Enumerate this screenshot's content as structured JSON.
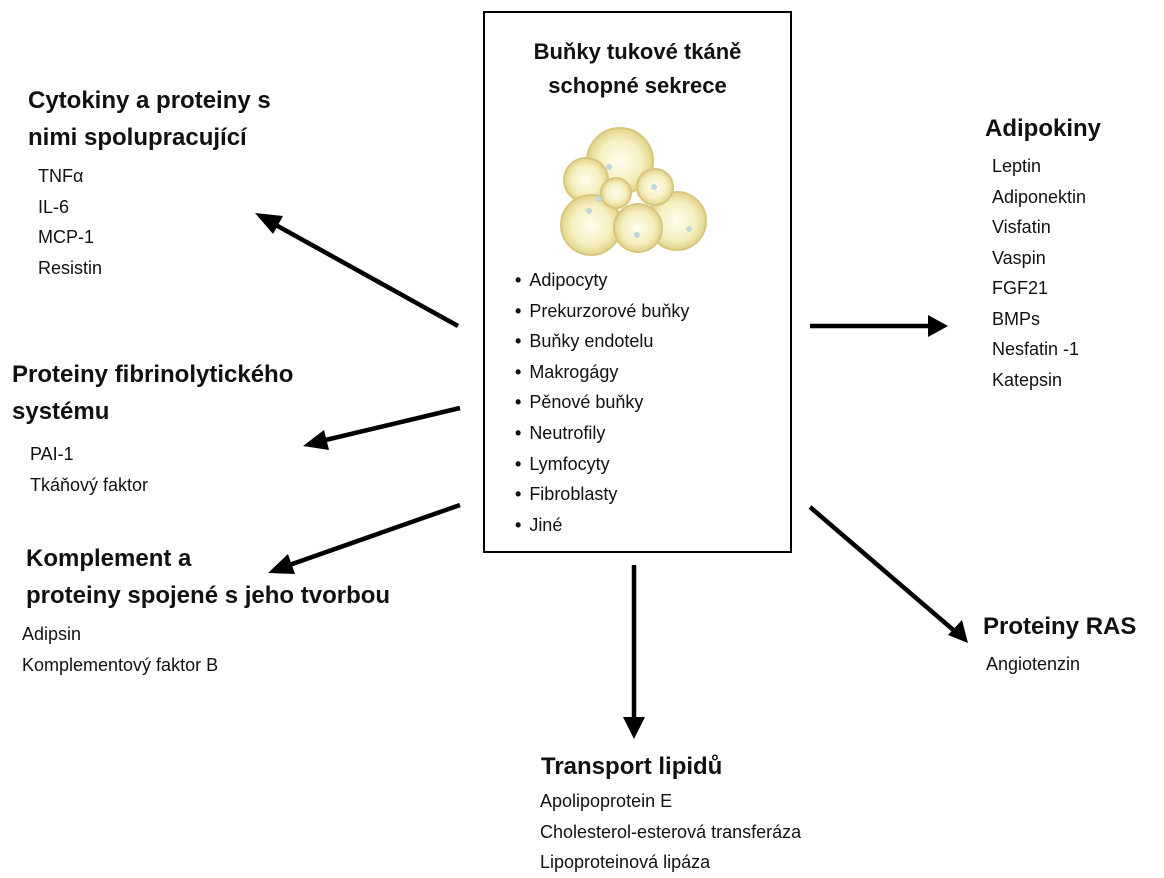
{
  "center": {
    "title_line1": "Buňky tukové tkáně",
    "title_line2": "schopné sekrece",
    "cells": [
      "Adipocyty",
      "Prekurzorové buňky",
      "Buňky endotelu",
      "Makrogágy",
      "Pěnové buňky",
      "Neutrofily",
      "Lymfocyty",
      "Fibroblasty",
      "Jiné"
    ],
    "image_icon": "adipocyte-cluster-icon"
  },
  "cytokines": {
    "heading_line1": "Cytokiny a proteiny s",
    "heading_line2": "nimi spolupracující",
    "items": [
      "TNFα",
      "IL-6",
      "MCP-1",
      "Resistin"
    ]
  },
  "fibrinolytic": {
    "heading_line1": "Proteiny fibrinolytického",
    "heading_line2": "systému",
    "items": [
      "PAI-1",
      "Tkáňový faktor"
    ]
  },
  "complement": {
    "heading_line1": "Komplement a",
    "heading_line2": "proteiny spojené s jeho tvorbou",
    "items": [
      "Adipsin",
      "Komplementový faktor B"
    ]
  },
  "adipokines": {
    "heading": "Adipokiny",
    "items": [
      "Leptin",
      "Adiponektin",
      "Visfatin",
      "Vaspin",
      "FGF21",
      "BMPs",
      "Nesfatin -1",
      "Katepsin"
    ]
  },
  "ras": {
    "heading": "Proteiny RAS",
    "items": [
      "Angiotenzin"
    ]
  },
  "lipid": {
    "heading": "Transport lipidů",
    "items": [
      "Apolipoprotein E",
      "Cholesterol-esterová transferáza",
      "Lipoproteinová lipáza"
    ]
  },
  "colors": {
    "cell_fill": "#f4ecb4",
    "cell_stroke": "#d9c97a",
    "arrow": "#000000"
  }
}
